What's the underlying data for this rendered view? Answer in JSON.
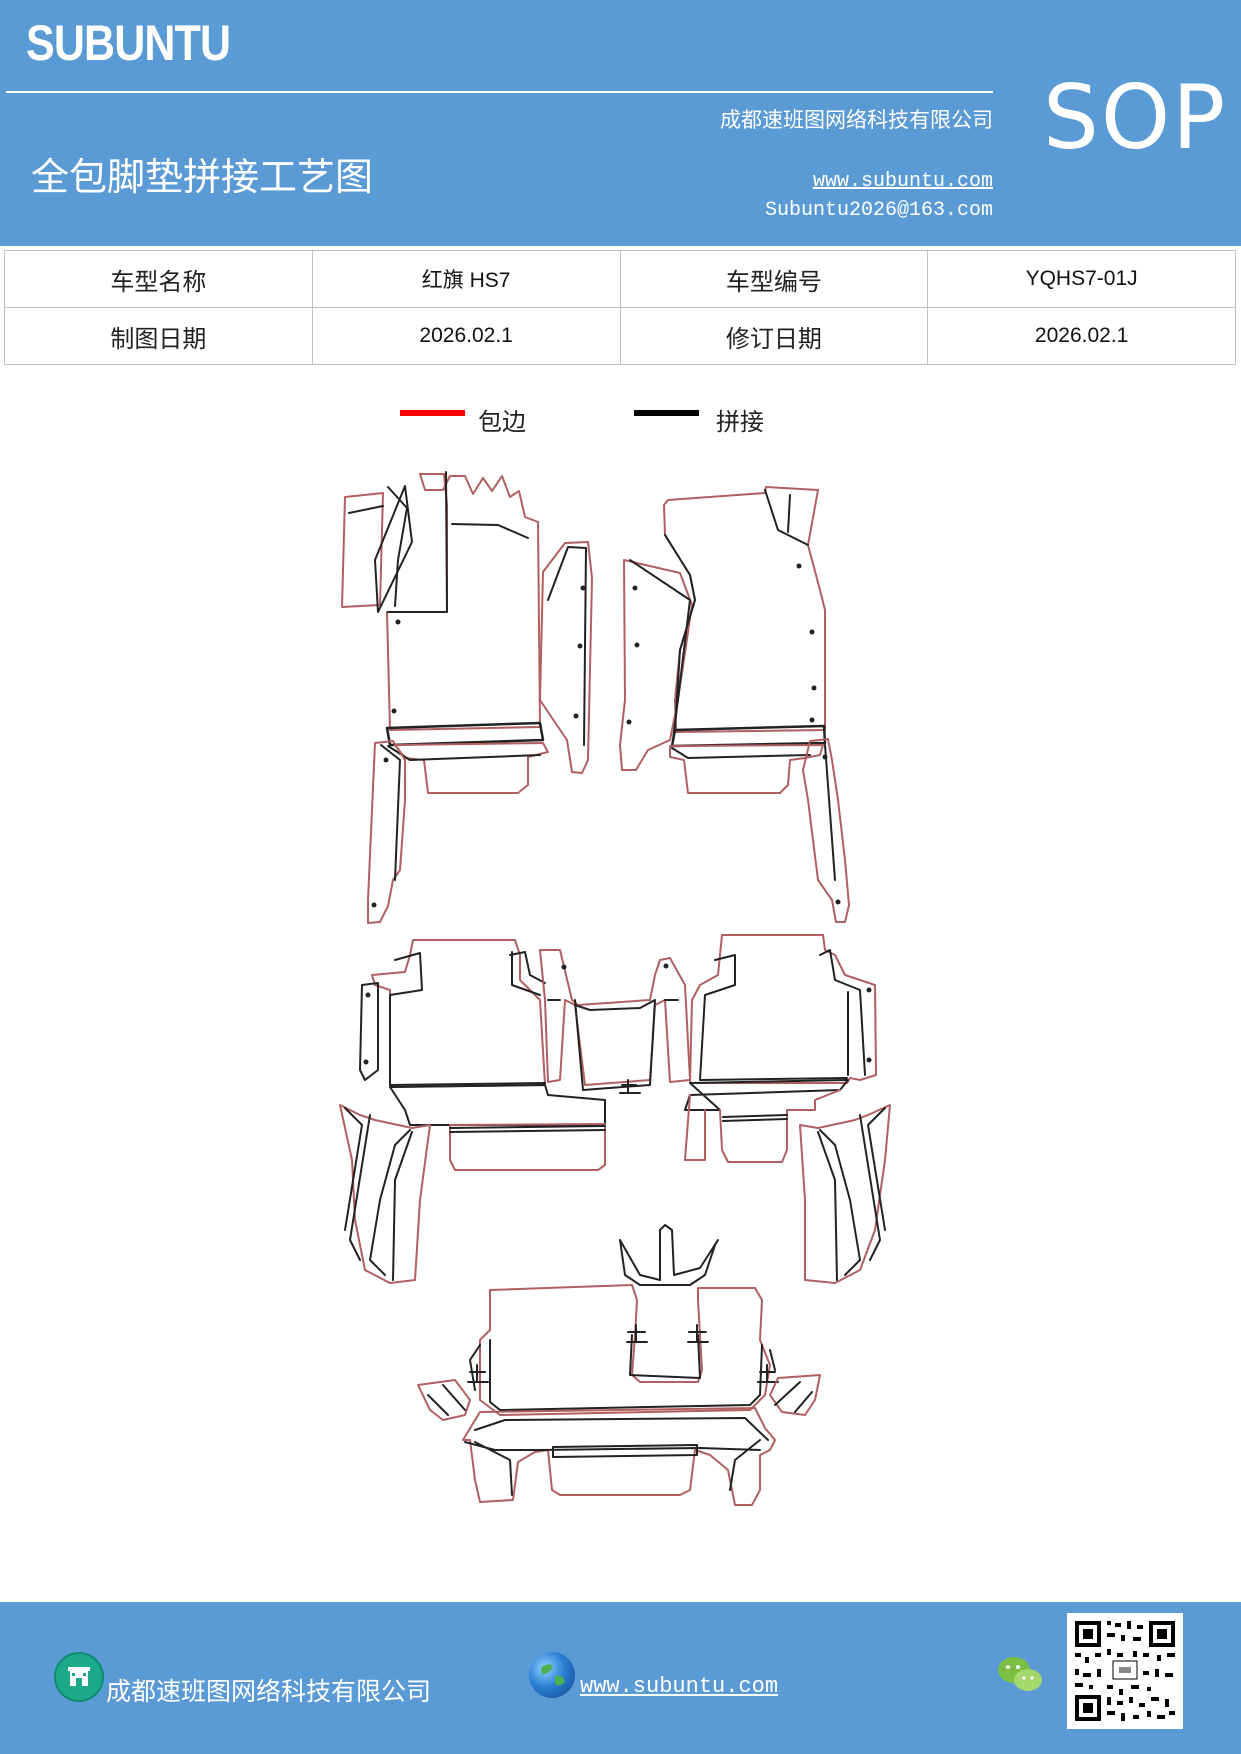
{
  "header": {
    "logo": "SUBUNTU",
    "company": "成都速班图网络科技有限公司",
    "title": "全包脚垫拼接工艺图",
    "website": "www.subuntu.com",
    "email": "Subuntu2026@163.com",
    "badge": "SOP"
  },
  "info_table": {
    "rows": [
      {
        "label1": "车型名称",
        "value1": "红旗 HS7",
        "label2": "车型编号",
        "value2": "YQHS7-01J"
      },
      {
        "label1": "制图日期",
        "value1": "2026.02.1",
        "label2": "修订日期",
        "value2": "2026.02.1"
      }
    ]
  },
  "legend": {
    "items": [
      {
        "label": "包边",
        "color": "#ff0000"
      },
      {
        "label": "拼接",
        "color": "#000000"
      }
    ]
  },
  "colors": {
    "brand_blue": "#5b9bd5",
    "outline_red": "#b06060",
    "seam_black": "#222222"
  },
  "footer": {
    "company": "成都速班图网络科技有限公司",
    "website": "www.subuntu.com",
    "icons": [
      "company-building-icon",
      "globe-icon",
      "wechat-icon",
      "qr-code"
    ]
  }
}
